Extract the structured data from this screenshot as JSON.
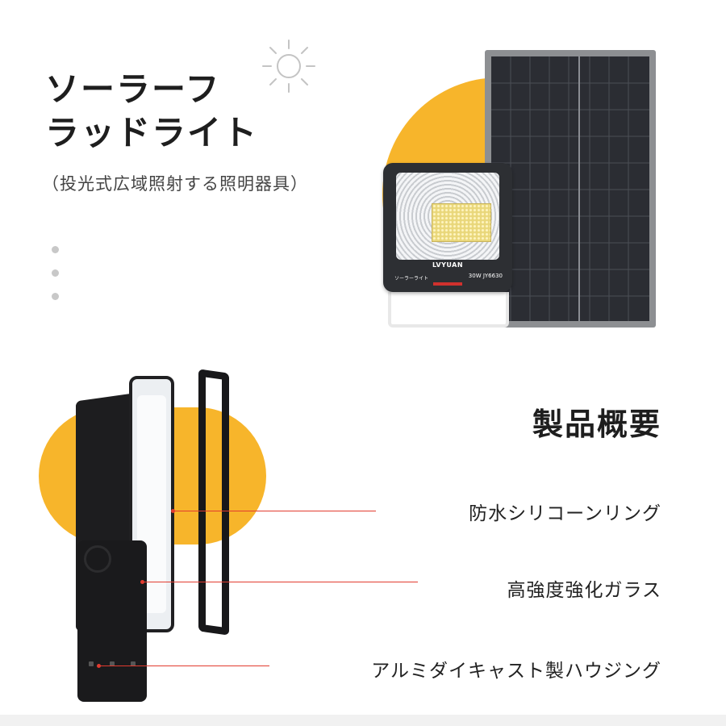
{
  "hero": {
    "title_lines": [
      "ソーラーフ",
      "ラッドライト"
    ],
    "subtitle": "（投光式広域照射する照明器具）"
  },
  "product_light": {
    "brand": "LVYUAN",
    "name_label": "ソーラーライト",
    "model_label": "30W JY6630"
  },
  "overview": {
    "heading": "製品概要",
    "features": [
      "防水シリコーンリング",
      "高強度強化ガラス",
      "アルミダイキャスト製ハウジング"
    ]
  },
  "colors": {
    "accent_orange": "#f7b52b",
    "leader_red": "#e23b2f",
    "text_dark": "#1e1e1e"
  },
  "icons": [
    "sun-icon"
  ]
}
